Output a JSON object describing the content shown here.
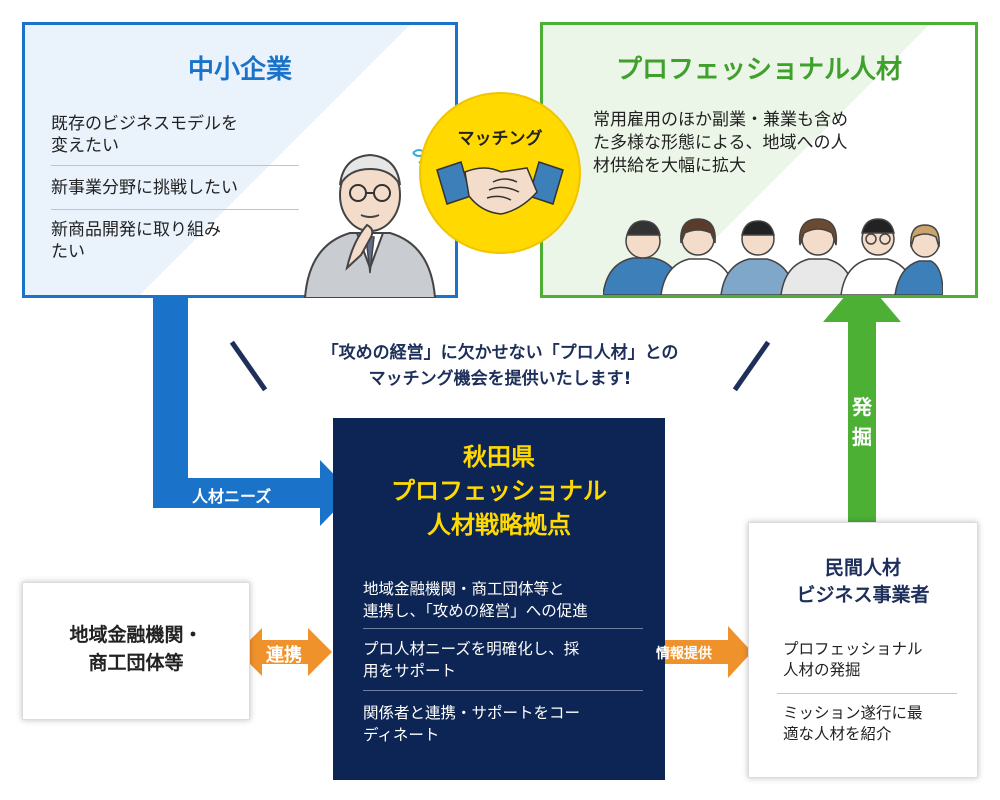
{
  "sme": {
    "title": "中小企業",
    "items": [
      {
        "line1": "既存のビジネスモデルを",
        "line2": "変えたい"
      },
      {
        "line1": "新事業分野に挑戦したい",
        "line2": ""
      },
      {
        "line1": "新商品開発に取り組み",
        "line2": "たい"
      }
    ]
  },
  "matching": {
    "label": "マッチング"
  },
  "pro": {
    "title": "プロフェッショナル人材",
    "desc_lines": [
      "常用雇用のほか副業・兼業も含め",
      "た多様な形態による、地域への人",
      "材供給を大幅に拡大"
    ]
  },
  "slogan": {
    "line1": "「攻めの経営」に欠かせない「プロ人材」との",
    "line2": "マッチング機会を提供いたします!"
  },
  "hub": {
    "title_lines": [
      "秋田県",
      "プロフェッショナル",
      "人材戦略拠点"
    ],
    "items": [
      {
        "line1": "地域金融機関・商工団体等と",
        "line2": "連携し、「攻めの経営」への促進"
      },
      {
        "line1": "プロ人材ニーズを明確化し、採",
        "line2": "用をサポート"
      },
      {
        "line1": "関係者と連携・サポートをコー",
        "line2": "ディネート"
      }
    ]
  },
  "finance": {
    "lines": [
      "地域金融機関・",
      "商工団体等"
    ]
  },
  "business": {
    "title_lines": [
      "民間人材",
      "ビジネス事業者"
    ],
    "items": [
      {
        "line1": "プロフェッショナル",
        "line2": "人材の発掘"
      },
      {
        "line1": "ミッション遂行に最",
        "line2": "適な人材を紹介"
      }
    ]
  },
  "arrows": {
    "needs": "人材ニーズ",
    "renkei": "連携",
    "info": "情報提供",
    "hakkutsu_1": "発",
    "hakkutsu_2": "掘"
  },
  "colors": {
    "blue": "#1a73c8",
    "green": "#4cb035",
    "navy": "#0c2554",
    "yellow": "#ffd900",
    "orange": "#f0922b"
  }
}
